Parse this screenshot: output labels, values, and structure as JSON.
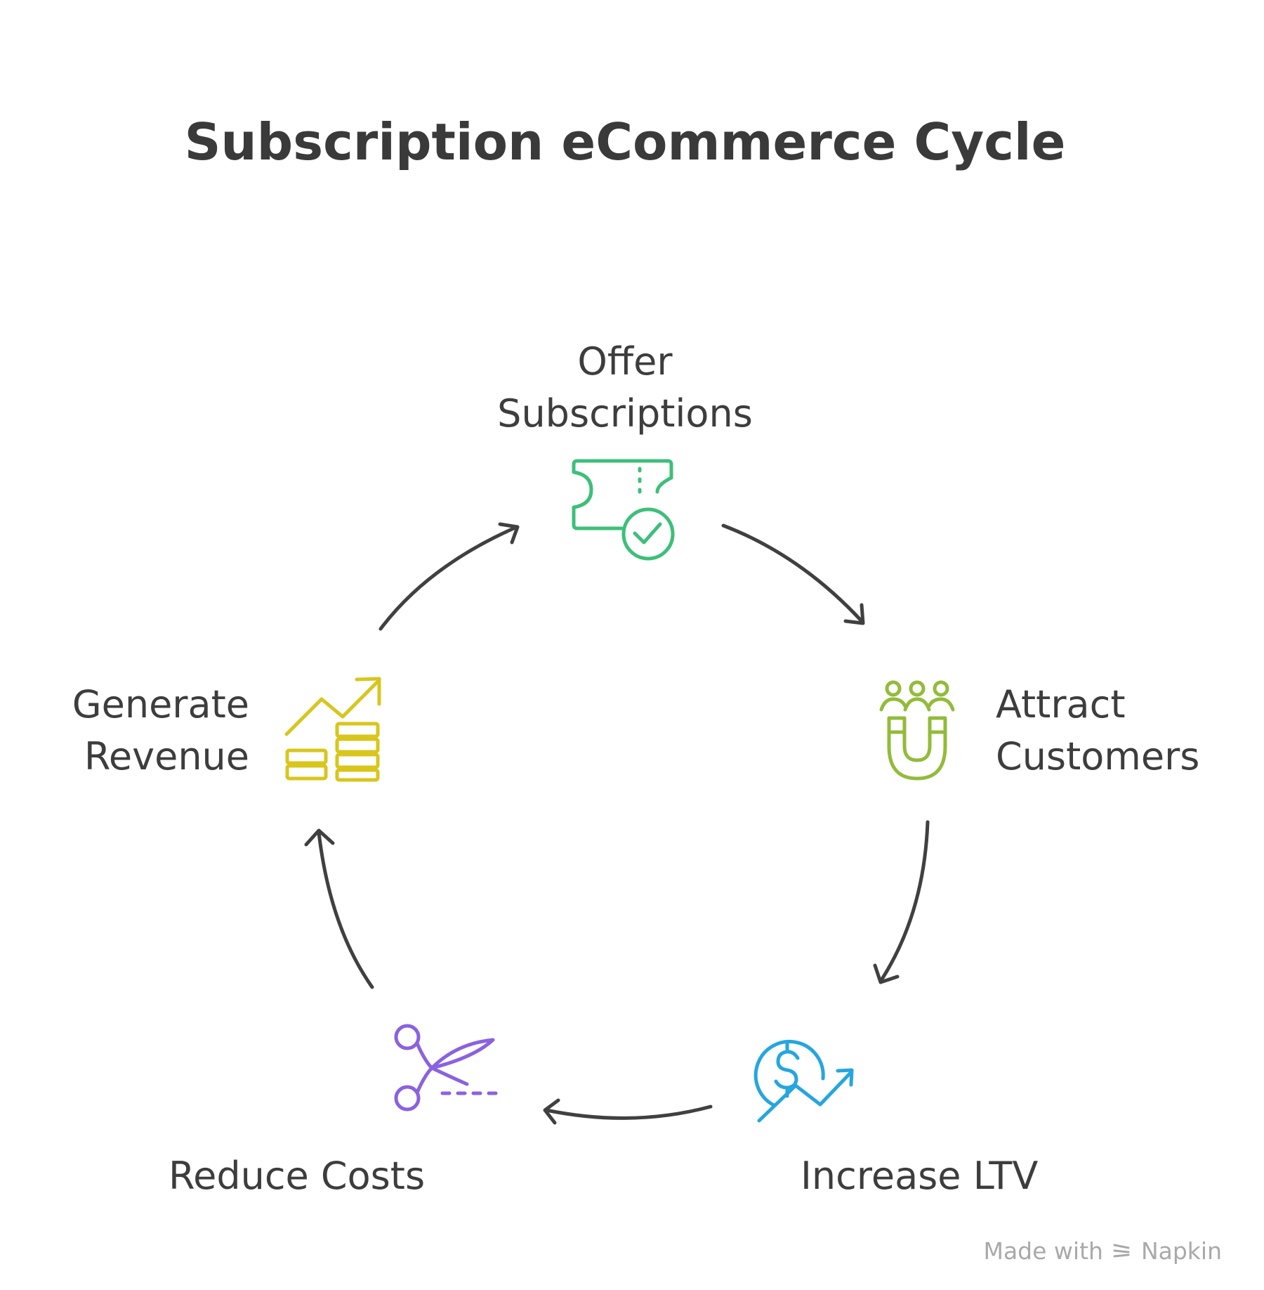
{
  "title": "Subscription eCommerce Cycle",
  "steps": [
    {
      "line1": "Offer",
      "line2": "Subscriptions",
      "icon": "ticket-check-icon",
      "color": "#3dbf7a"
    },
    {
      "line1": "Attract",
      "line2": "Customers",
      "icon": "magnet-people-icon",
      "color": "#93bb3a"
    },
    {
      "line1": "Increase LTV",
      "icon": "dollar-growth-icon",
      "color": "#25a6df"
    },
    {
      "line1": "Reduce Costs",
      "icon": "scissors-icon",
      "color": "#8a62e0"
    },
    {
      "line1": "Generate",
      "line2": "Revenue",
      "icon": "coins-growth-icon",
      "color": "#d8c61c"
    }
  ],
  "footer": {
    "made_with": "Made with",
    "brand": "Napkin"
  }
}
